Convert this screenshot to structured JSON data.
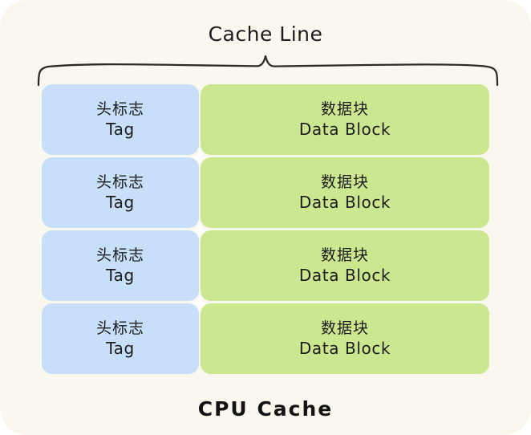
{
  "diagram": {
    "title": "Cache Line",
    "footer_caption": "CPU Cache",
    "colors": {
      "backdrop": "#faf8ee",
      "tag_fill": "#c7dff9",
      "data_fill": "#cbe891",
      "text": "#1c1c1c",
      "brace_stroke": "#2b2b28"
    },
    "rows": [
      {
        "tag": {
          "label_cn": "头标志",
          "label_en": "Tag"
        },
        "data": {
          "label_cn": "数据块",
          "label_en": "Data Block"
        }
      },
      {
        "tag": {
          "label_cn": "头标志",
          "label_en": "Tag"
        },
        "data": {
          "label_cn": "数据块",
          "label_en": "Data Block"
        }
      },
      {
        "tag": {
          "label_cn": "头标志",
          "label_en": "Tag"
        },
        "data": {
          "label_cn": "数据块",
          "label_en": "Data Block"
        }
      },
      {
        "tag": {
          "label_cn": "头标志",
          "label_en": "Tag"
        },
        "data": {
          "label_cn": "数据块",
          "label_en": "Data Block"
        }
      }
    ],
    "icons": {
      "brace": "curly-brace-icon",
      "sparkle": "four-point-star-icon"
    }
  }
}
